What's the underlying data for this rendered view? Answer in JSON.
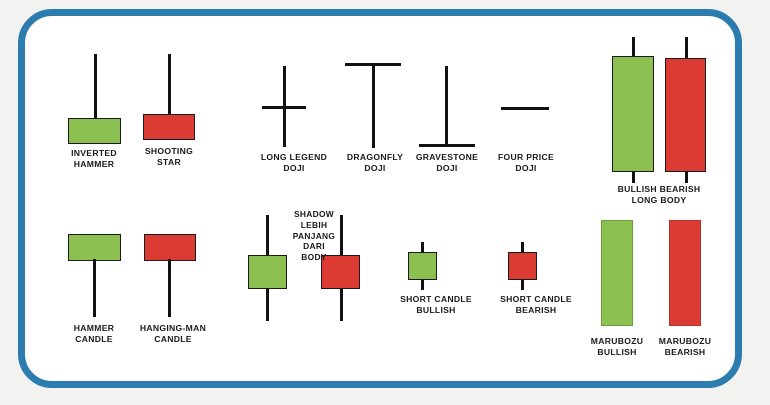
{
  "frame": {
    "border_color": "#2c7cb0",
    "background": "#ffffff",
    "page_background": "#f2f2f0"
  },
  "colors": {
    "bullish": "#8cc152",
    "bearish": "#dc3b34",
    "wick": "#111111",
    "outline": "#1b1b1b",
    "text": "#1a1a1a"
  },
  "chart_data": {
    "type": "diagram",
    "title": "Candlestick Pattern Reference",
    "annotation": "SHADOW LEBIH PANJANG DARI BODY",
    "patterns": [
      {
        "id": "inverted-hammer",
        "label": "INVERTED\nHAMMER",
        "sentiment": "bullish",
        "upper_shadow": "long",
        "body": "small",
        "lower_shadow": "none"
      },
      {
        "id": "shooting-star",
        "label": "SHOOTING\nSTAR",
        "sentiment": "bearish",
        "upper_shadow": "long",
        "body": "small",
        "lower_shadow": "none"
      },
      {
        "id": "long-legend-doji",
        "label": "LONG LEGEND\nDOJI",
        "sentiment": "neutral",
        "upper_shadow": "long",
        "body": "none",
        "lower_shadow": "long"
      },
      {
        "id": "dragonfly-doji",
        "label": "DRAGONFLY\nDOJI",
        "sentiment": "neutral",
        "upper_shadow": "none",
        "body": "none",
        "lower_shadow": "long"
      },
      {
        "id": "gravestone-doji",
        "label": "GRAVESTONE\nDOJI",
        "sentiment": "neutral",
        "upper_shadow": "long",
        "body": "none",
        "lower_shadow": "none"
      },
      {
        "id": "four-price-doji",
        "label": "FOUR PRICE\nDOJI",
        "sentiment": "neutral",
        "upper_shadow": "none",
        "body": "none",
        "lower_shadow": "none"
      },
      {
        "id": "long-body",
        "label": "BULLISH BEARISH\nLONG BODY",
        "sentiment": "pair",
        "upper_shadow": "short",
        "body": "long",
        "lower_shadow": "short"
      },
      {
        "id": "hammer-candle",
        "label": "HAMMER\nCANDLE",
        "sentiment": "bullish",
        "upper_shadow": "none",
        "body": "small",
        "lower_shadow": "long"
      },
      {
        "id": "hanging-man",
        "label": "HANGING-MAN\nCANDLE",
        "sentiment": "bearish",
        "upper_shadow": "none",
        "body": "small",
        "lower_shadow": "long"
      },
      {
        "id": "short-candle-bullish",
        "label": "SHORT CANDLE\nBULLISH",
        "sentiment": "bullish",
        "upper_shadow": "short",
        "body": "short",
        "lower_shadow": "short"
      },
      {
        "id": "short-candle-bearish",
        "label": "SHORT CANDLE\nBEARISH",
        "sentiment": "bearish",
        "upper_shadow": "short",
        "body": "short",
        "lower_shadow": "short"
      },
      {
        "id": "marubozu-bullish",
        "label": "MARUBOZU\nBULLISH",
        "sentiment": "bullish",
        "upper_shadow": "none",
        "body": "long",
        "lower_shadow": "none"
      },
      {
        "id": "marubozu-bearish",
        "label": "MARUBOZU\nBEARISH",
        "sentiment": "bearish",
        "upper_shadow": "none",
        "body": "long",
        "lower_shadow": "none"
      }
    ]
  },
  "labels": {
    "inverted_hammer": "INVERTED\nHAMMER",
    "shooting_star": "SHOOTING\nSTAR",
    "long_legend_doji": "LONG LEGEND\nDOJI",
    "dragonfly_doji": "DRAGONFLY\nDOJI",
    "gravestone_doji": "GRAVESTONE\nDOJI",
    "four_price_doji": "FOUR PRICE\nDOJI",
    "long_body": "BULLISH BEARISH\nLONG BODY",
    "hammer_candle": "HAMMER\nCANDLE",
    "hanging_man_candle": "HANGING-MAN\nCANDLE",
    "shadow_note": "SHADOW\nLEBIH\nPANJANG\nDARI\nBODY",
    "short_candle_bullish": "SHORT CANDLE\nBULLISH",
    "short_candle_bearish": "SHORT CANDLE\nBEARISH",
    "marubozu_bullish": "MARUBOZU\nBULLISH",
    "marubozu_bearish": "MARUBOZU\nBEARISH"
  }
}
